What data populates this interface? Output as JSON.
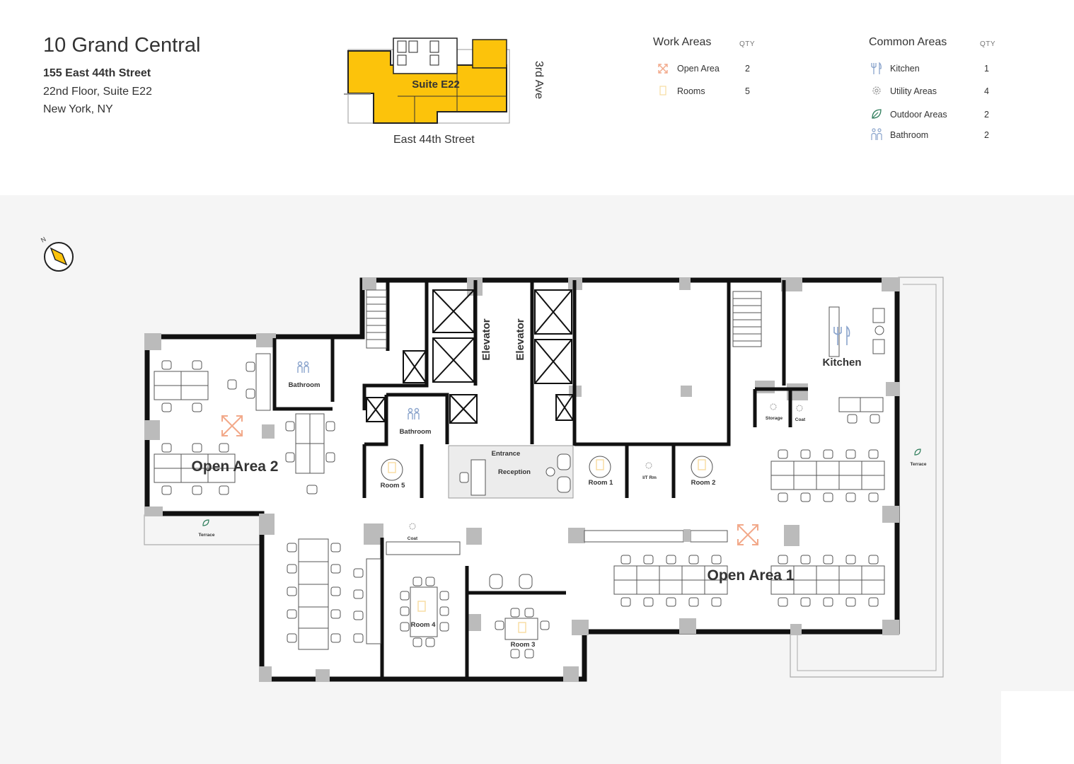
{
  "header": {
    "building_name": "10 Grand Central",
    "address_line1": "155 East 44th Street",
    "address_line2": "22nd Floor, Suite E22",
    "address_line3": "New York, NY"
  },
  "key_plan": {
    "suite_label": "Suite E22",
    "street_bottom": "East 44th Street",
    "street_right": "3rd Ave",
    "highlight_color": "#fcc30b"
  },
  "legend": {
    "work_areas": {
      "heading": "Work Areas",
      "qty_heading": "QTY",
      "items": [
        {
          "label": "Open Area",
          "qty": "2",
          "icon": "expand-arrows-icon",
          "color": "#f2a98a"
        },
        {
          "label": "Rooms",
          "qty": "5",
          "icon": "door-icon",
          "color": "#f7dca0"
        }
      ]
    },
    "common_areas": {
      "heading": "Common Areas",
      "qty_heading": "QTY",
      "items": [
        {
          "label": "Kitchen",
          "qty": "1",
          "icon": "fork-knife-icon",
          "color": "#8aa4cc"
        },
        {
          "label": "Utility Areas",
          "qty": "4",
          "icon": "gear-icon",
          "color": "#999999"
        },
        {
          "label": "Outdoor Areas",
          "qty": "2",
          "icon": "leaf-icon",
          "color": "#2e7d5b"
        },
        {
          "label": "Bathroom",
          "qty": "2",
          "icon": "people-icon",
          "color": "#8aa4cc"
        }
      ]
    }
  },
  "compass": {
    "north_label": "N"
  },
  "plan": {
    "open_area_1": "Open Area 1",
    "open_area_2": "Open Area 2",
    "kitchen": "Kitchen",
    "elevator_a": "Elevator",
    "elevator_b": "Elevator",
    "bathroom_a": "Bathroom",
    "bathroom_b": "Bathroom",
    "entrance": "Entrance",
    "reception": "Reception",
    "room_1": "Room 1",
    "room_2": "Room 2",
    "room_3": "Room 3",
    "room_4": "Room 4",
    "room_5": "Room 5",
    "it_room": "I/T Rm",
    "storage": "Storage",
    "coat_a": "Coat",
    "coat_b": "Coat",
    "terrace_a": "Terrace",
    "terrace_b": "Terrace"
  }
}
